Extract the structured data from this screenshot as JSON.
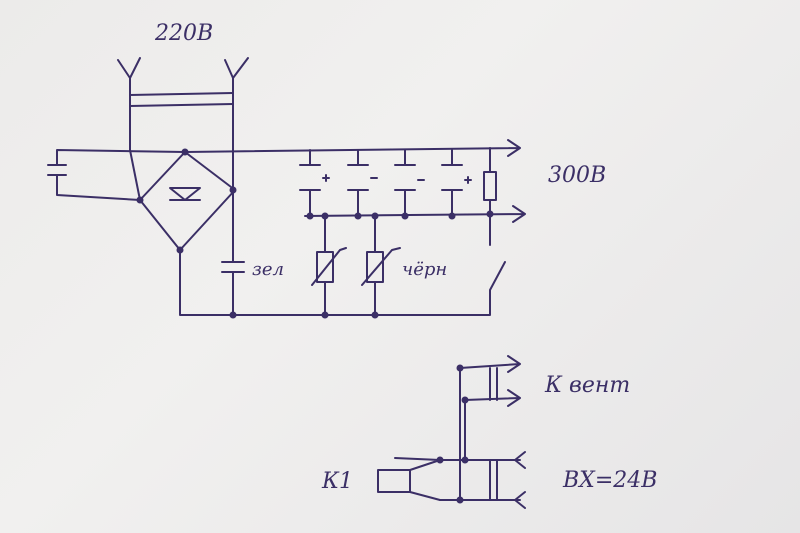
{
  "labels": {
    "input_voltage": "220В",
    "output_voltage": "300В",
    "wire_green": "зел",
    "wire_black": "чёрн",
    "fan_output": "К вент",
    "relay": "К1",
    "control_input": "ВХ=24В"
  },
  "colors": {
    "ink": "#3b2f66",
    "paper": "#eeedec"
  }
}
